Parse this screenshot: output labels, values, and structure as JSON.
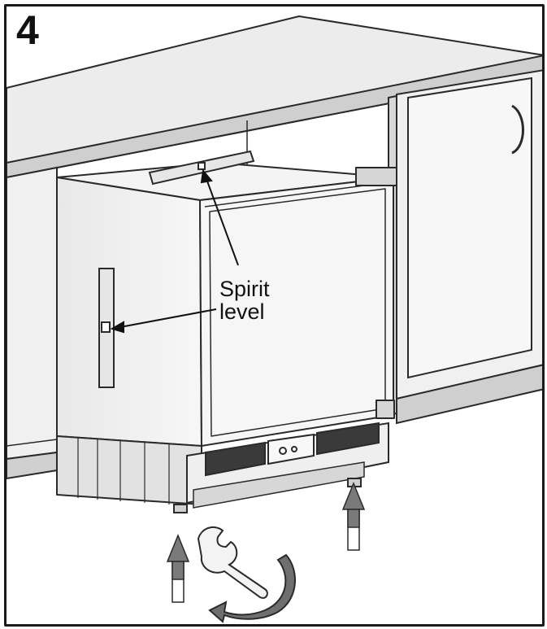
{
  "step": {
    "number": "4"
  },
  "callout": {
    "line1": "Spirit",
    "line2": "level"
  },
  "colors": {
    "outline": "#2a2a2a",
    "panel_light": "#f2f2f2",
    "panel_mid": "#d9d9d9",
    "panel_dark": "#9a9a9a",
    "arrow_fill": "#7a7a7a",
    "vent": "#3a3a3a"
  },
  "icons": [
    "wrench-icon",
    "rotate-arrow-icon",
    "up-arrow-icon",
    "spirit-level-icon",
    "adjustable-foot-icon"
  ]
}
